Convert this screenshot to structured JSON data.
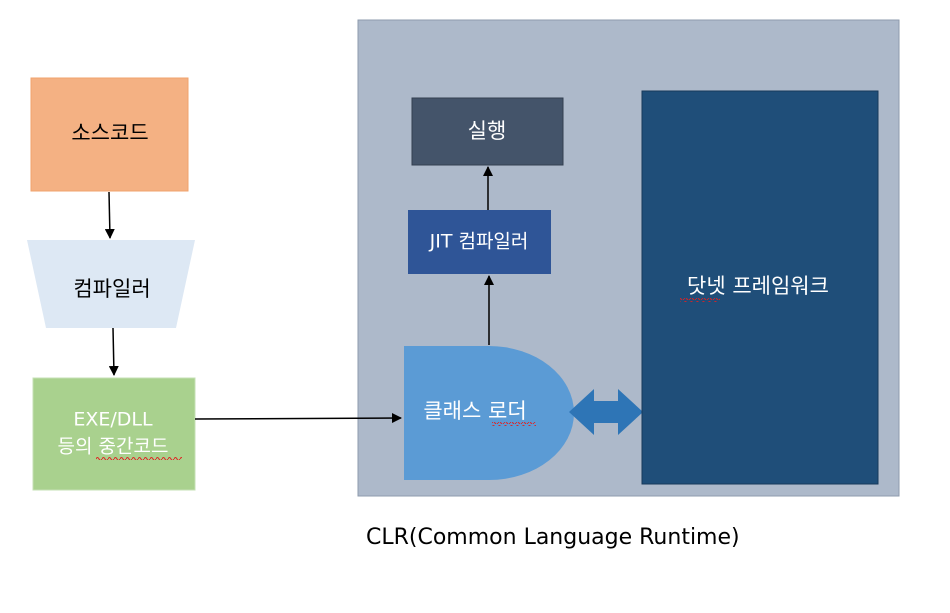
{
  "diagram": {
    "source_code": {
      "label": "소스코드",
      "color": "#F4B183",
      "border": "#F0A36E"
    },
    "compiler": {
      "label": "컴파일러",
      "color": "#DDE8F4"
    },
    "intermediate": {
      "line1": "EXE/DLL",
      "line2": "등의 중간코드",
      "color": "#A9D18E",
      "border": "#C5E0B4"
    },
    "clr_region": {
      "color": "#ADB9CA",
      "border": "#8E9BAD"
    },
    "execute": {
      "label": "실행",
      "color": "#44546A",
      "border": "#333F50"
    },
    "jit": {
      "label": "JIT 컴파일러",
      "color": "#2F5597"
    },
    "class_loader": {
      "label": "클래스 로더",
      "color": "#5B9BD5"
    },
    "framework": {
      "label": "닷넷 프레임워크",
      "color": "#1F4E79",
      "border": "#17395A"
    },
    "double_arrow": {
      "color": "#2E75B6"
    },
    "caption": "CLR(Common Language Runtime)",
    "arrow_color": "#000000",
    "spellcheck_color": "#E02020"
  }
}
